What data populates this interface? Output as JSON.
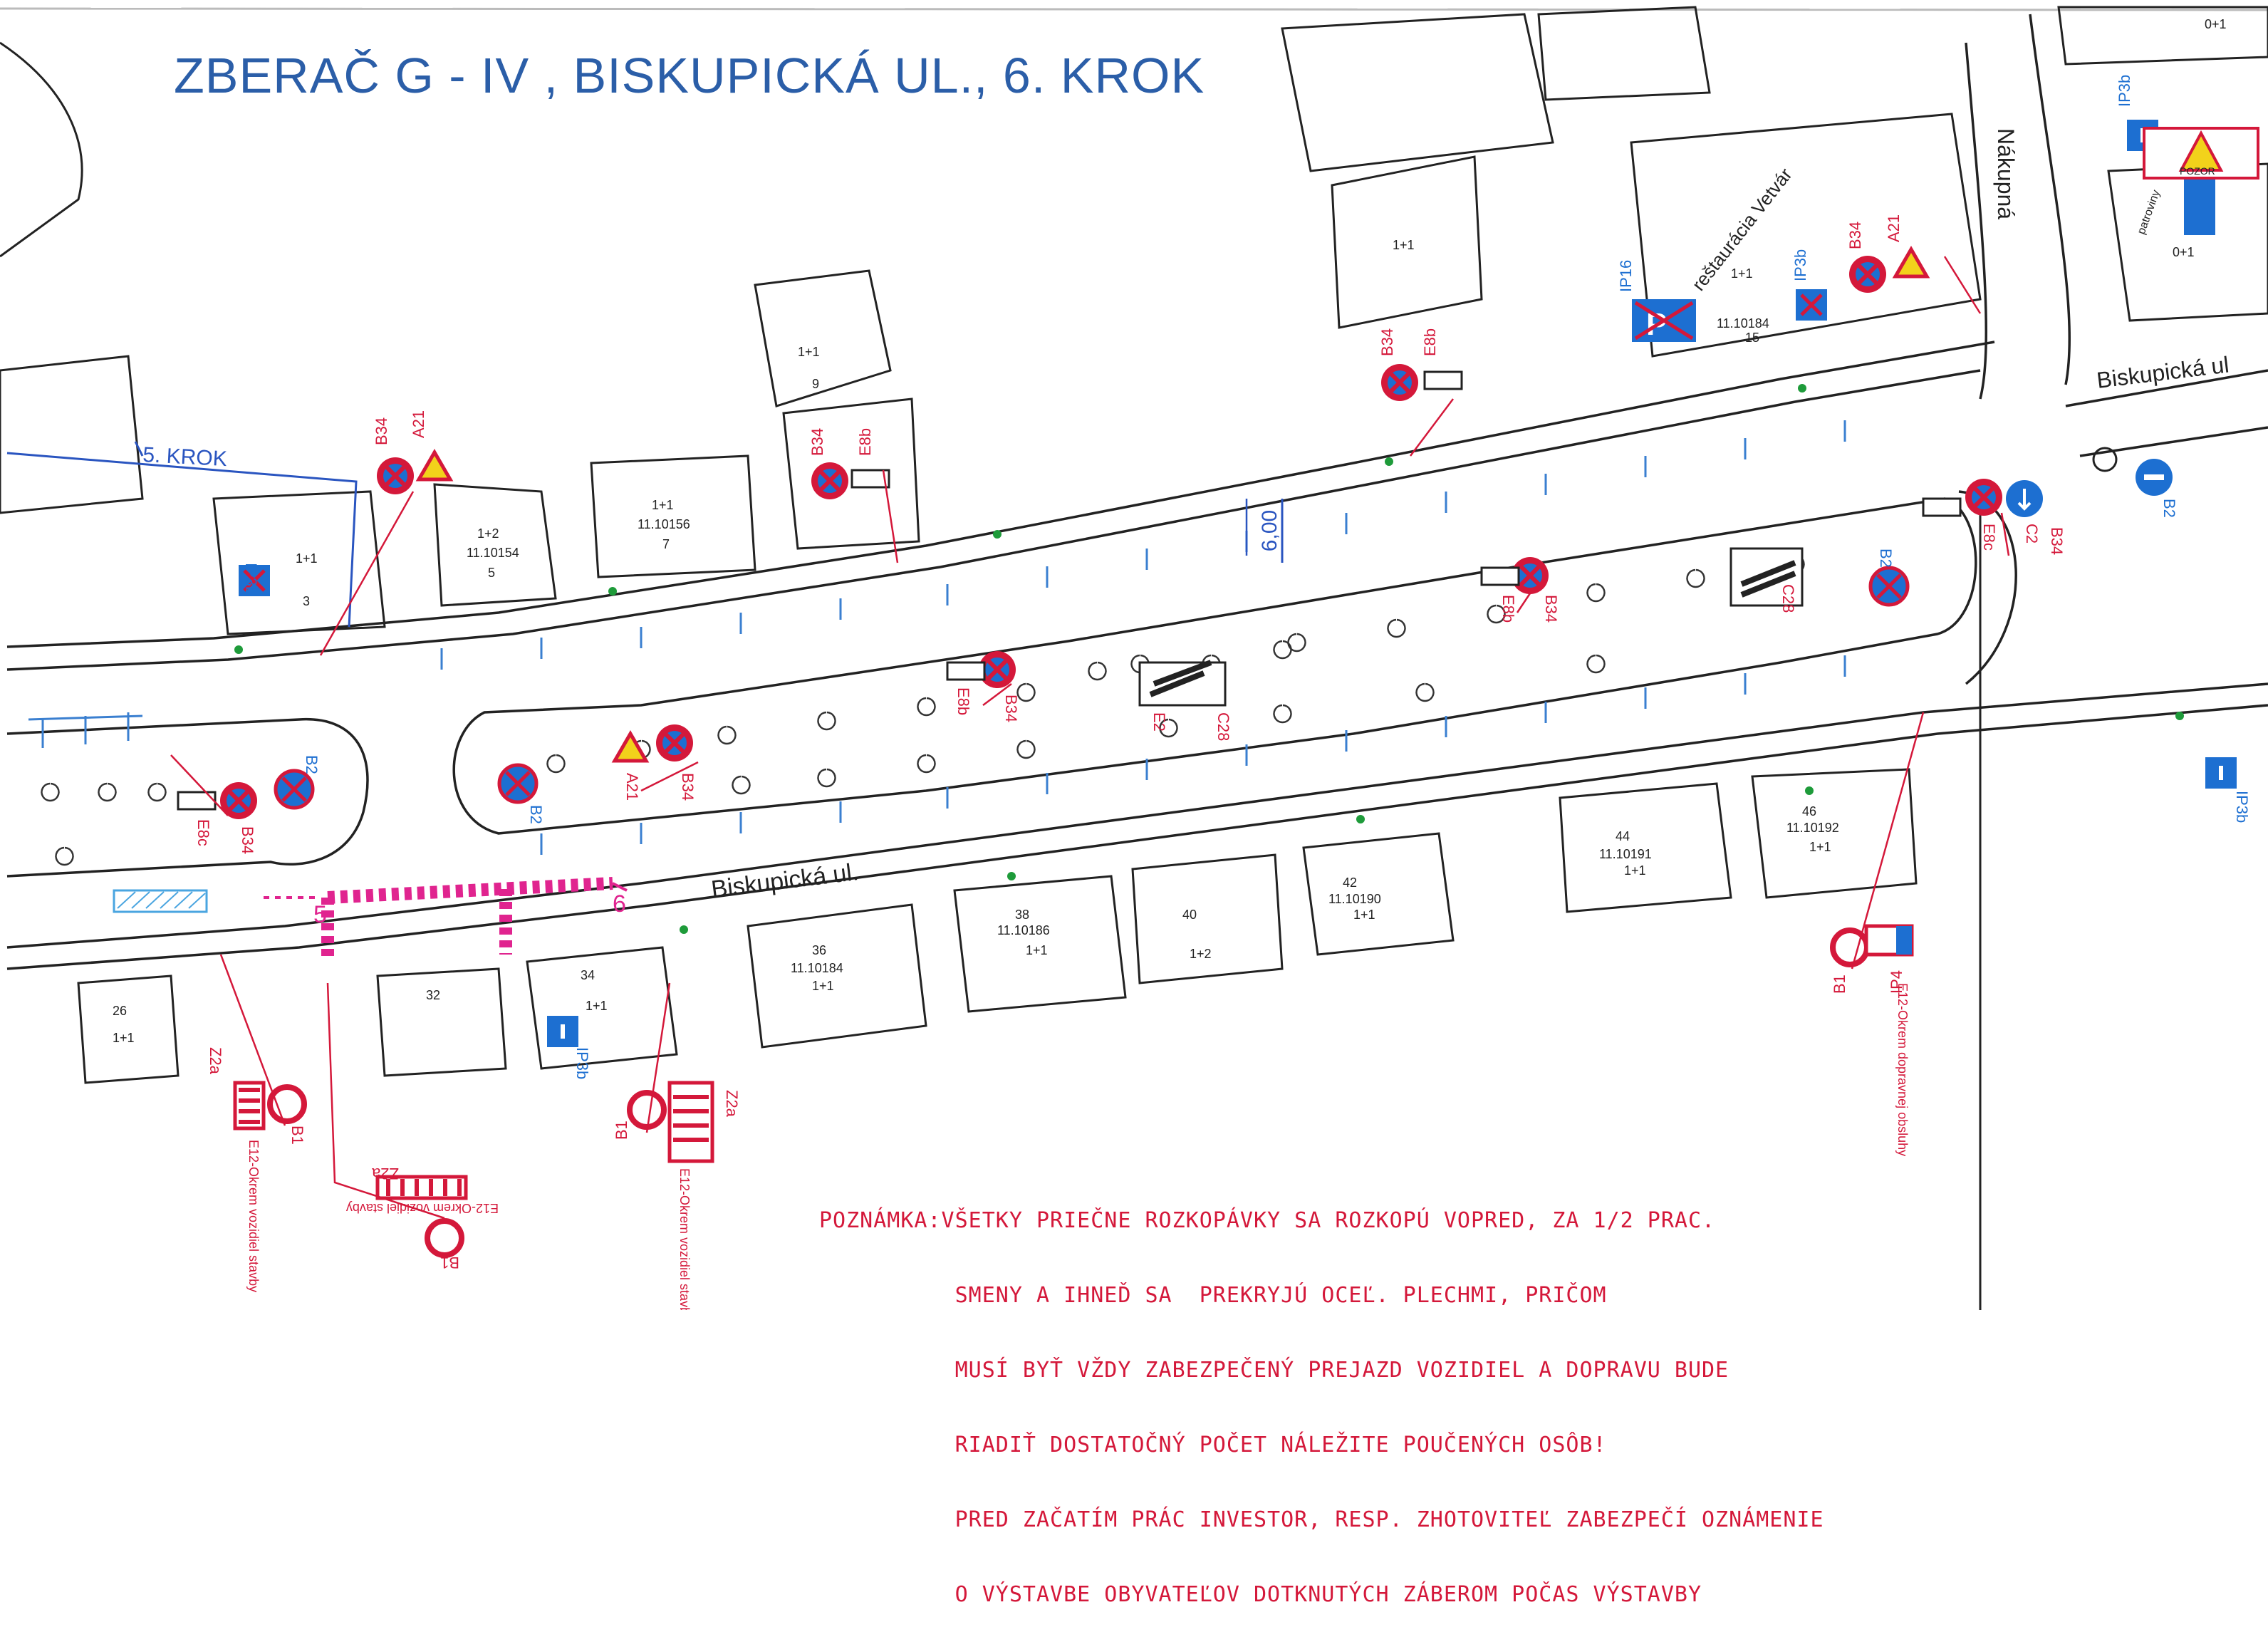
{
  "title": "ZBERAČ G - IV ,  BISKUPICKÁ UL., 6. KROK",
  "colors": {
    "title": "#2b5ea8",
    "linework": "#222222",
    "traffic_red": "#d4183a",
    "info_blue": "#1d6fd1",
    "excavation_magenta": "#e0248f",
    "step5_line": "#2a55c0",
    "grass_green": "#1e9b3a"
  },
  "streets": {
    "main_lower": "Biskupická ul.",
    "main_right": "Biskupická ul",
    "side_top": "Nákupná",
    "restaurant": "reštaurácia Vetvár"
  },
  "steps": {
    "prev_step": "5. KROK",
    "marker_5": "5",
    "marker_6": "6",
    "width": "6,00"
  },
  "sign_labels": [
    "B34",
    "A21",
    "E8b",
    "IP3b",
    "IP16",
    "C28",
    "C2",
    "E8c",
    "B2",
    "E2",
    "B1",
    "IP4",
    "Z2a",
    "E12-Okrem vozidiel stavby",
    "E12-Okrem dopravnej obsluhy",
    "POZOR",
    "patroviny"
  ],
  "buildings": [
    {
      "label": "1+1",
      "label2": "3",
      "parcel": ""
    },
    {
      "label": "1+2",
      "label2": "5",
      "parcel": "11.10154"
    },
    {
      "label": "1+1",
      "label2": "7",
      "parcel": "11.10156"
    },
    {
      "label": "1+1",
      "label2": "9",
      "parcel": ""
    },
    {
      "label": "1+1",
      "label2": "",
      "parcel": ""
    },
    {
      "label": "1+1",
      "label2": "15",
      "parcel": "11.10184"
    },
    {
      "label": "26",
      "label2": "1+1",
      "parcel": ""
    },
    {
      "label": "32",
      "label2": "",
      "parcel": ""
    },
    {
      "label": "34",
      "label2": "1+1",
      "parcel": ""
    },
    {
      "label": "36",
      "label2": "1+1",
      "parcel": "11.10184"
    },
    {
      "label": "38",
      "label2": "1+1",
      "parcel": "11.10186"
    },
    {
      "label": "40",
      "label2": "1+2",
      "parcel": ""
    },
    {
      "label": "42",
      "label2": "1+1",
      "parcel": "11.10190"
    },
    {
      "label": "44",
      "label2": "1+1",
      "parcel": "11.10191"
    },
    {
      "label": "46",
      "label2": "1+1",
      "parcel": "11.10192"
    },
    {
      "label": "0+1",
      "label2": "",
      "parcel": ""
    }
  ],
  "note": {
    "lines": [
      "POZNÁMKA:VŠETKY PRIEČNE ROZKOPÁVKY SA ROZKOPÚ VOPRED, ZA 1/2 PRAC.",
      "          SMENY A IHNEĎ SA  PREKRYJÚ OCEĽ. PLECHMI, PRIČOM",
      "          MUSÍ BYŤ VŽDY ZABEZPEČENÝ PREJAZD VOZIDIEL A DOPRAVU BUDE",
      "          RIADIŤ DOSTATOČNÝ POČET NÁLEŽITE POUČENÝCH OSÔB!",
      "          PRED ZAČATÍM PRÁC INVESTOR, RESP. ZHOTOVITEĽ ZABEZPEČÍ OZNÁMENIE",
      "          O VÝSTAVBE OBYVATEĽOV DOTKNUTÝCH ZÁBEROM POČAS VÝSTAVBY"
    ]
  }
}
